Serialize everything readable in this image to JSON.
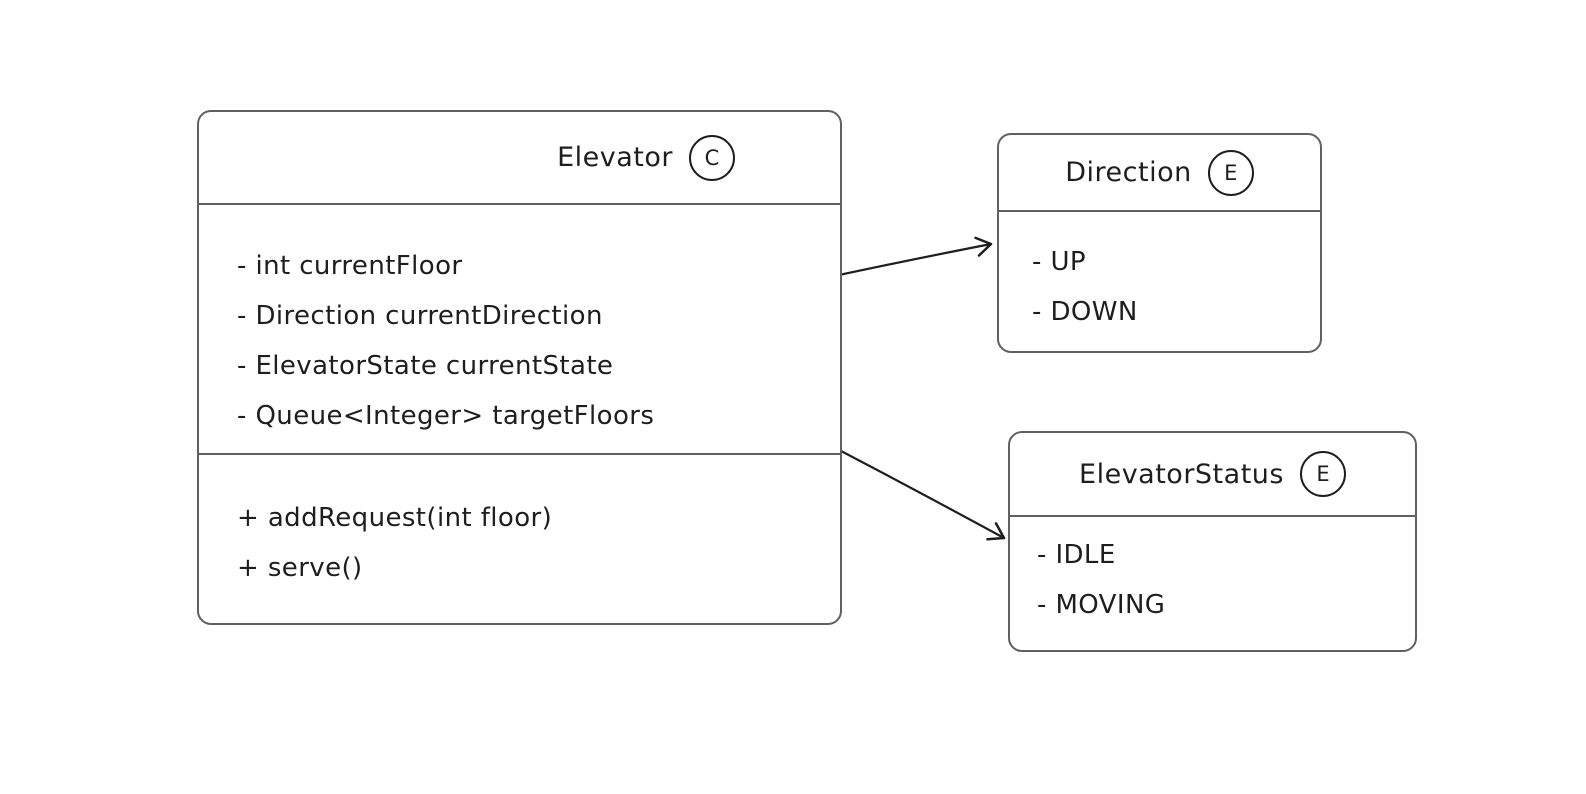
{
  "colors": {
    "background": "#ffffff",
    "box_stroke": "#606060",
    "ink": "#1e1e1e"
  },
  "elevator_class": {
    "title": "Elevator",
    "badge": "C",
    "attributes": [
      "- int currentFloor",
      "- Direction currentDirection",
      "- ElevatorState currentState",
      "- Queue<Integer> targetFloors"
    ],
    "methods": [
      "+ addRequest(int floor)",
      "+ serve()"
    ]
  },
  "direction_enum": {
    "title": "Direction",
    "badge": "E",
    "values": [
      "- UP",
      "- DOWN"
    ]
  },
  "elevator_status_enum": {
    "title": "ElevatorStatus",
    "badge": "E",
    "values": [
      "- IDLE",
      "- MOVING"
    ]
  },
  "relations": [
    {
      "from": "currentDirection",
      "to": "Direction"
    },
    {
      "from": "currentState",
      "to": "ElevatorStatus"
    }
  ]
}
